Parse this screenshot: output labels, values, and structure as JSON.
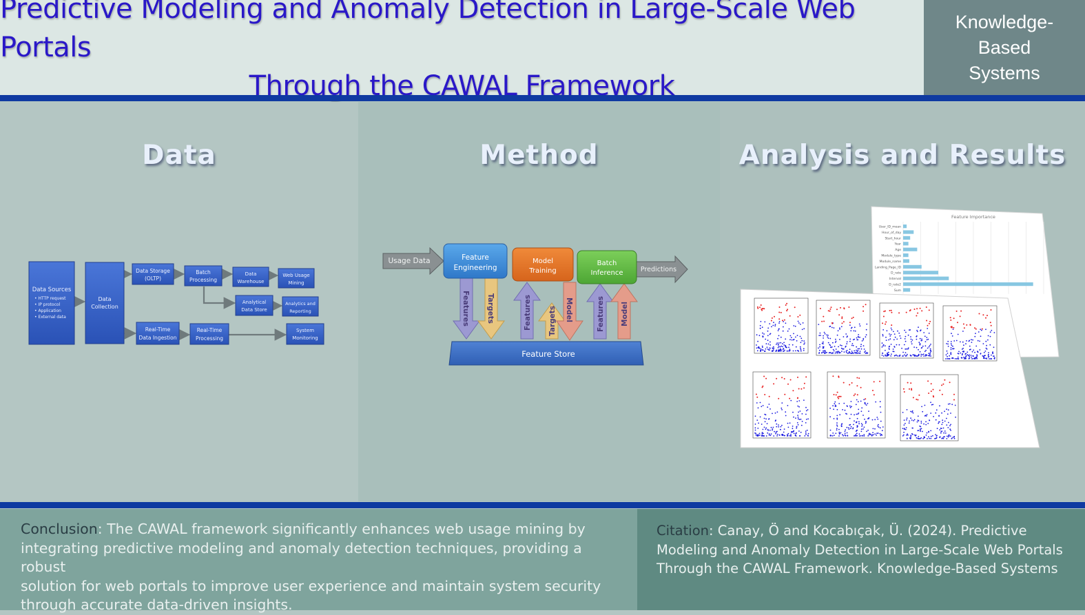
{
  "header": {
    "title_line1": "Predictive Modeling and Anomaly Detection in Large-Scale Web Portals",
    "title_line2": "Through the CAWAL Framework",
    "journal_line1": "Knowledge-",
    "journal_line2": "Based",
    "journal_line3": "Systems"
  },
  "panels": {
    "data": {
      "title": "Data",
      "sources_title": "Data Sources",
      "sources_items": [
        "• HTTP request",
        "• IP protocol",
        "• Application",
        "• External data"
      ],
      "collection": [
        "Data",
        "Collection"
      ],
      "storage": [
        "Data Storage",
        "(OLTP)"
      ],
      "batch": [
        "Batch",
        "Processing"
      ],
      "warehouse": [
        "Data",
        "Warehouse"
      ],
      "web_usage": [
        "Web Usage",
        "Mining"
      ],
      "analytical": [
        "Analytical",
        "Data Store"
      ],
      "analytics": [
        "Analytics and",
        "Reporting"
      ],
      "rt_ingestion": [
        "Real-Time",
        "Data Ingestion"
      ],
      "rt_processing": [
        "Real-Time",
        "Processing"
      ],
      "monitoring": [
        "System",
        "Monitoring"
      ]
    },
    "method": {
      "title": "Method",
      "usage_data": "Usage Data",
      "feature_eng": [
        "Feature",
        "Engineering"
      ],
      "model_training": [
        "Model",
        "Training"
      ],
      "batch_inference": [
        "Batch",
        "Inference"
      ],
      "predictions": "Predictions",
      "feature_store": "Feature Store",
      "features": "Features",
      "targets": "Targets",
      "model": "Model"
    },
    "results": {
      "title": "Analysis and Results",
      "importance_title": "Feature Importance",
      "importance_labels": [
        "User_ID_mean",
        "Hour_of_day",
        "Start_hour",
        "Year",
        "Age",
        "Module_type",
        "Module_name",
        "Landing_Page_ID",
        "D_rate",
        "Interval",
        "D_rate2",
        "Sum"
      ],
      "colors": {
        "bar": "#88c7e2",
        "normal": "#1a1ae0",
        "anomaly": "#e82020"
      }
    }
  },
  "chart_data": {
    "type": "bar",
    "orientation": "horizontal",
    "title": "Feature Importance",
    "categories": [
      "User_ID_mean",
      "Hour_of_day",
      "Start_hour",
      "Year",
      "Age",
      "Module_type",
      "Module_name",
      "Landing_Page_ID",
      "D_rate",
      "Interval",
      "D_rate2",
      "Sum"
    ],
    "values": [
      0.004,
      0.012,
      0.008,
      0.006,
      0.016,
      0.006,
      0.007,
      0.021,
      0.04,
      0.052,
      0.148,
      0.008
    ]
  },
  "footer": {
    "conclusion_key": "Conclusion",
    "conclusion_lines": [
      ": The CAWAL framework significantly enhances web usage mining by",
      "integrating predictive modeling and anomaly detection techniques, providing a robust",
      "solution for web portals to improve user experience and maintain system security",
      "through accurate data-driven insights."
    ],
    "citation_key": "Citation",
    "citation_lines": [
      ": Canay, Ö and Kocabıçak, Ü. (2024). Predictive",
      "Modeling and Anomaly Detection in Large-Scale Web Portals",
      "Through the CAWAL Framework. Knowledge-Based Systems"
    ]
  }
}
